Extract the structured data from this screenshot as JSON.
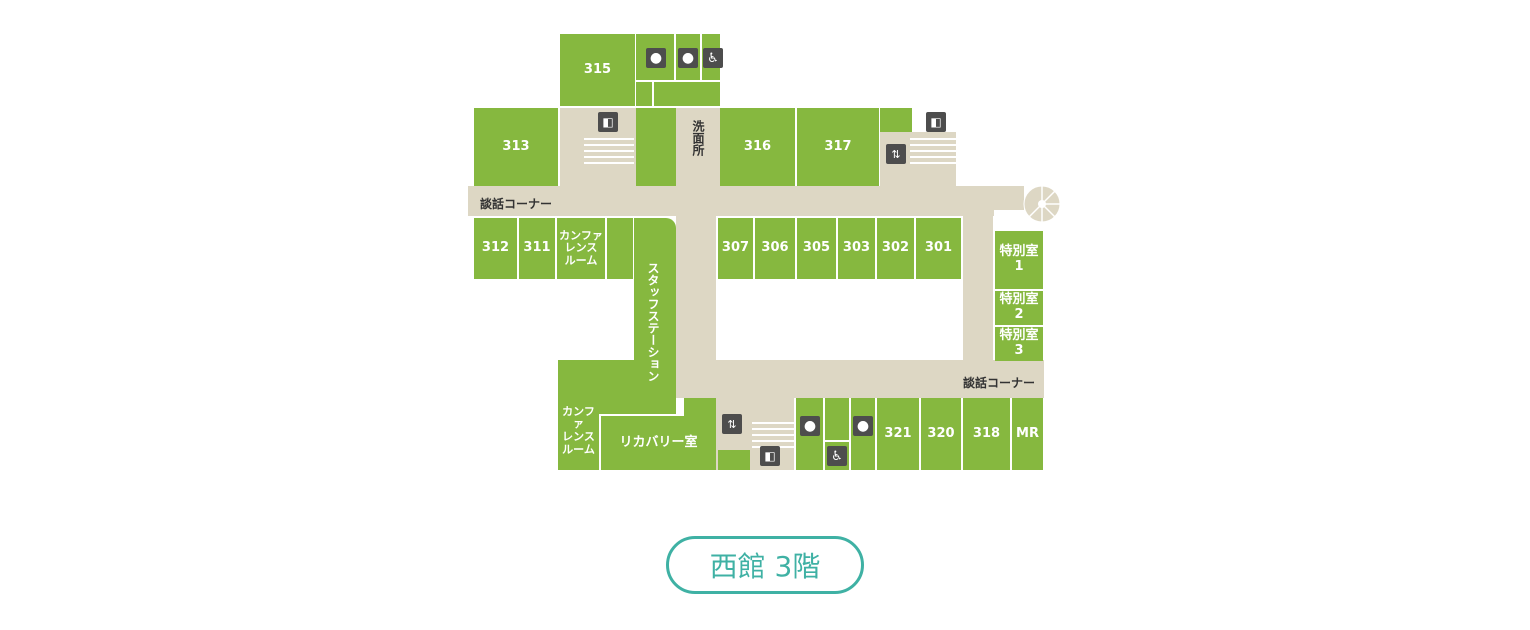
{
  "floor_label": "西館 3階",
  "rooms": {
    "r315": "315",
    "r313": "313",
    "r316": "316",
    "r317": "317",
    "r312": "312",
    "r311": "311",
    "conf1": "カンファ\nレンス\nルーム",
    "r307": "307",
    "r306": "306",
    "r305": "305",
    "r303": "303",
    "r302": "302",
    "r301": "301",
    "sp1": "特別室\n1",
    "sp2": "特別室\n2",
    "sp3": "特別室\n3",
    "conf2": "カンファ\nレンス\nルーム",
    "recovery": "リカバリー室",
    "r321": "321",
    "r320": "320",
    "r318": "318",
    "mr": "MR"
  },
  "labels": {
    "washroom": "洗面所",
    "lounge_west": "談話コーナー",
    "lounge_east": "談話コーナー",
    "staff_station": "スタッフステーション"
  },
  "icons": {
    "female": "female-restroom-icon",
    "male": "male-restroom-icon",
    "accessible": "accessible-restroom-icon",
    "stairs": "stairs-icon",
    "elevator": "elevator-icon"
  }
}
